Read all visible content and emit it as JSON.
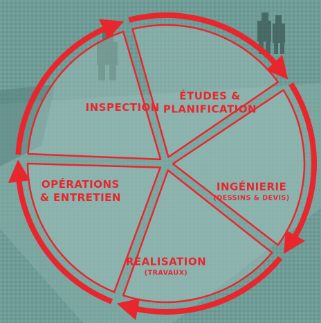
{
  "colors": {
    "accent": "#e8262d",
    "background": "#6f9c96",
    "segment_fill": "#9fc3bd"
  },
  "diagram": {
    "segments": [
      {
        "key": "etudes",
        "title_lines": [
          "ÉTUDES &",
          "PLANIFICATION"
        ],
        "subtitle": ""
      },
      {
        "key": "ingenierie",
        "title_lines": [
          "INGÉNIERIE"
        ],
        "subtitle": "(DESSINS & DEVIS)"
      },
      {
        "key": "realisation",
        "title_lines": [
          "RÉALISATION"
        ],
        "subtitle": "(TRAVAUX)"
      },
      {
        "key": "operations",
        "title_lines": [
          "OPÉRATIONS",
          "& ENTRETIEN"
        ],
        "subtitle": ""
      },
      {
        "key": "inspection",
        "title_lines": [
          "INSPECTION"
        ],
        "subtitle": ""
      }
    ]
  }
}
